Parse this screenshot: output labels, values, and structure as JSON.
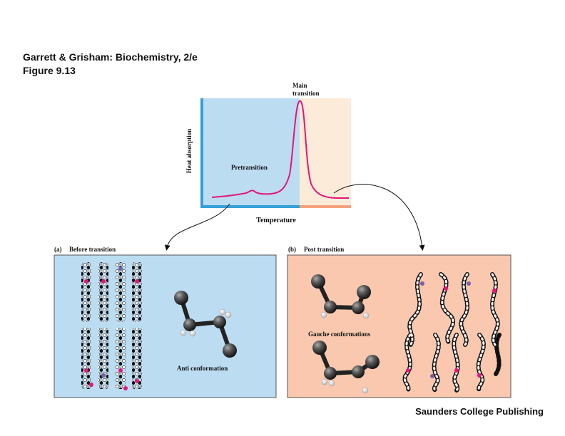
{
  "header": {
    "line1": "Garrett & Grisham: Biochemistry, 2/e",
    "line2": "Figure 9.13"
  },
  "graph": {
    "y_label": "Heat absorption",
    "x_label": "Temperature",
    "main_transition_line1": "Main",
    "main_transition_line2": "transition",
    "pretransition": "Pretransition",
    "colors": {
      "before_region": "#bcdcf2",
      "after_region": "#fdebd9",
      "curve": "#e0177a",
      "blue_axis": "#35a0d6",
      "orange_axis": "#f4a27e"
    }
  },
  "panel_a": {
    "letter": "(a)",
    "title": "Before transition",
    "molecule_label": "Anti conformation",
    "color": "#bcdcf2"
  },
  "panel_b": {
    "letter": "(b)",
    "title": "Post transition",
    "molecule_label": "Gauche conformations",
    "color": "#f9c8ae"
  },
  "footer": {
    "publisher": "Saunders College Publishing"
  }
}
